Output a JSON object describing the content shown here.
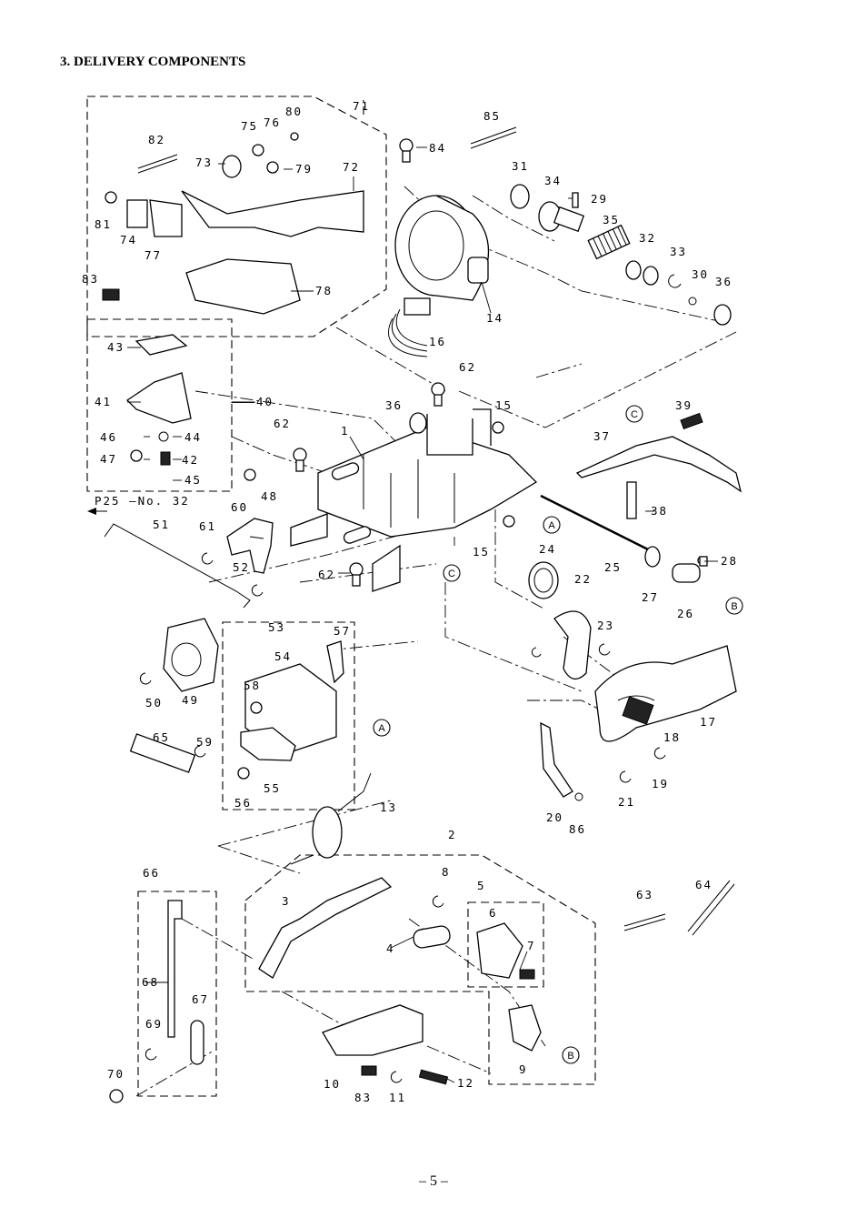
{
  "page": {
    "section_title": "3. DELIVERY COMPONENTS",
    "page_number": "–  5  –",
    "reference": "P25 –No. 32"
  },
  "callout_letters": [
    "A",
    "B",
    "C"
  ],
  "part_labels": [
    "1",
    "2",
    "3",
    "4",
    "5",
    "6",
    "7",
    "8",
    "9",
    "10",
    "11",
    "12",
    "13",
    "14",
    "15",
    "16",
    "17",
    "18",
    "19",
    "20",
    "21",
    "22",
    "23",
    "24",
    "25",
    "26",
    "27",
    "28",
    "29",
    "30",
    "31",
    "32",
    "33",
    "34",
    "35",
    "36",
    "37",
    "38",
    "39",
    "40",
    "41",
    "42",
    "43",
    "44",
    "45",
    "46",
    "47",
    "48",
    "49",
    "50",
    "51",
    "52",
    "53",
    "54",
    "55",
    "56",
    "57",
    "58",
    "59",
    "60",
    "61",
    "62",
    "63",
    "64",
    "65",
    "66",
    "67",
    "68",
    "69",
    "70",
    "71",
    "72",
    "73",
    "74",
    "75",
    "76",
    "77",
    "78",
    "79",
    "80",
    "81",
    "82",
    "83",
    "84",
    "85",
    "86"
  ]
}
